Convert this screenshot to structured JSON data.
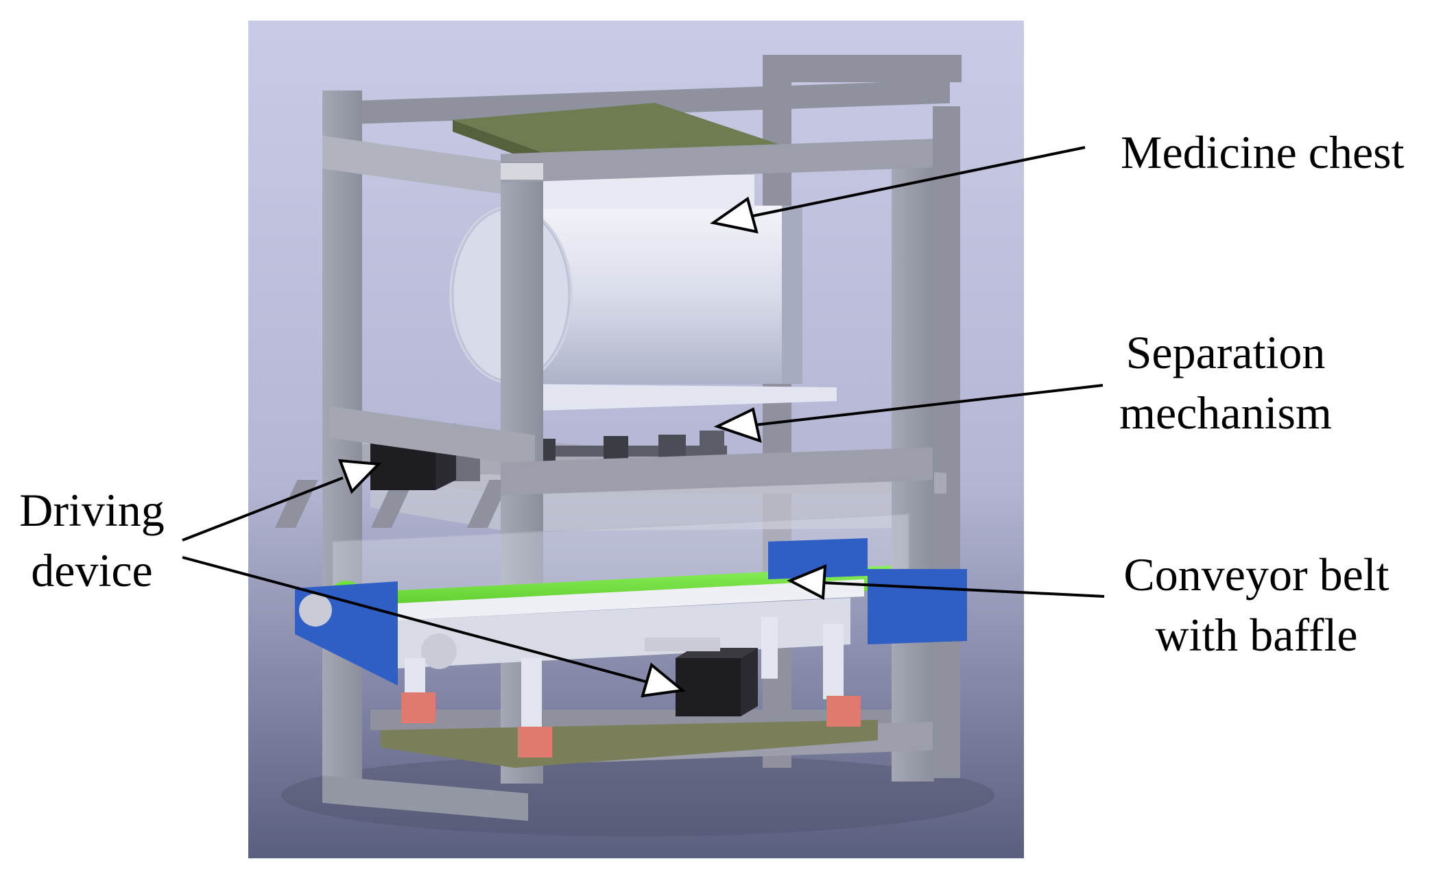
{
  "labels": {
    "medicine_chest": "Medicine chest",
    "separation": [
      "Separation",
      "mechanism"
    ],
    "driving": [
      "Driving",
      "device"
    ],
    "conveyor": [
      "Conveyor belt",
      "with baffle"
    ]
  },
  "colors": {
    "background_top": "#c9cbe6",
    "background_bottom": "#5b5f7e",
    "frame": "#9b9ea9",
    "frame_light": "#c3c6d1",
    "cylinder": "#dde1ee",
    "board": "#6f7c52",
    "belt": "#6fe23a",
    "side_plate": "#2f5fc4",
    "motor": "#1e1e22",
    "foot": "#e07a6e",
    "arrow": "#000000"
  }
}
